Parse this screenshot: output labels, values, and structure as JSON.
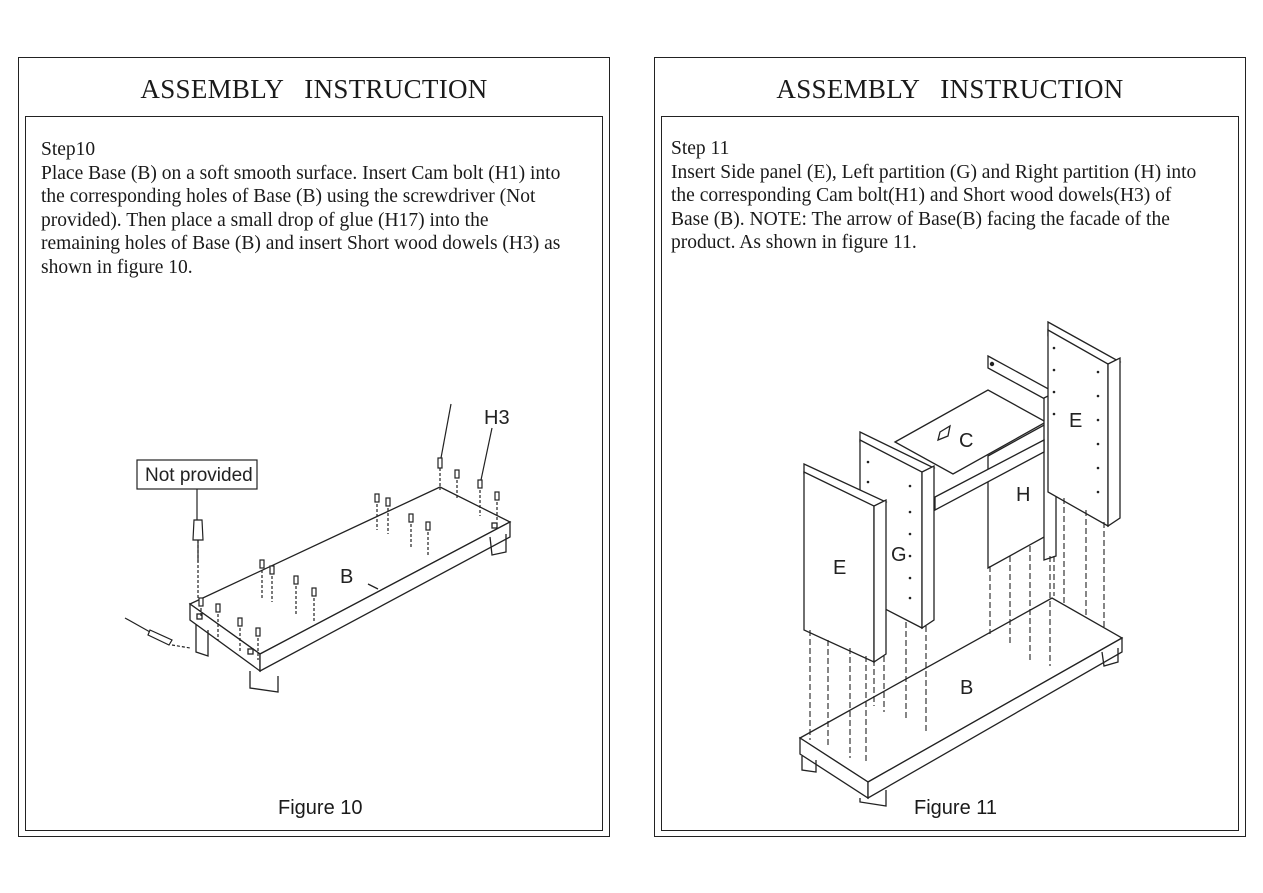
{
  "colors": {
    "watermark": "#c9c3ef",
    "line": "#222222"
  },
  "left": {
    "title": "ASSEMBLY   INSTRUCTION",
    "step_title": "Step10",
    "lines": [
      "Place Base (B) on a soft smooth surface. Insert Cam bolt (H1) into",
      "the corresponding holes of Base (B) using the screwdriver (Not",
      "provided). Then place a small drop of glue (H17) into the",
      "remaining holes of Base (B) and insert Short wood dowels (H3) as",
      "shown in figure 10."
    ],
    "callout": "Not provided",
    "label_h3": "H3",
    "label_b": "B",
    "caption": "Figure 10"
  },
  "right": {
    "title": "ASSEMBLY   INSTRUCTION",
    "step_title": "Step 11",
    "lines": [
      "Insert Side panel (E), Left partition (G) and Right partition (H) into",
      "the corresponding Cam bolt(H1) and Short wood dowels(H3) of",
      "Base (B). NOTE: The arrow of Base(B) facing the facade of the",
      "product. As shown in figure 11."
    ],
    "label_e1": "E",
    "label_e2": "E",
    "label_c": "C",
    "label_h": "H",
    "label_g": "G",
    "label_b": "B",
    "caption": "Figure 11"
  }
}
